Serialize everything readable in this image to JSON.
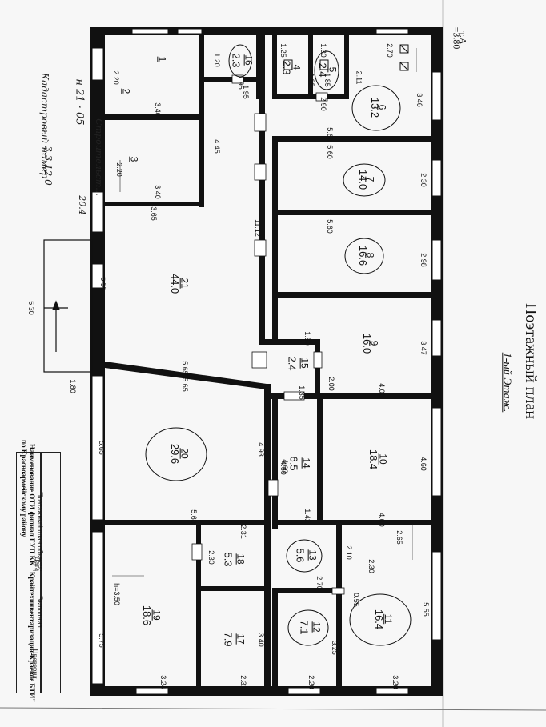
{
  "sheet": {
    "title": "Поэтажный план",
    "subtitle": "1-ый Этаж.",
    "corner_letter": "т.А",
    "corner_height": "=3.80",
    "stamp_lines": [
      "Наименование ОТИ филиал ГУП КК \"Крайтехинвентаризация-Краевое БТИ\"",
      "по Красноармейскому району",
      "Поэтажный план объекта:",
      "Выполнил",
      "Дата",
      "Проверил"
    ],
    "handwritten": [
      "Кадастровый номер",
      "н 21 · 05",
      "20.4",
      "Строительст...",
      "3.3.12.0"
    ]
  },
  "rooms": [
    {
      "num": "1",
      "area": "",
      "circled": false
    },
    {
      "num": "2",
      "area": "",
      "circled": false
    },
    {
      "num": "3",
      "area": "",
      "circled": false
    },
    {
      "num": "4",
      "area": "2.3",
      "circled": false
    },
    {
      "num": "5",
      "area": "2.4",
      "circled": true
    },
    {
      "num": "6",
      "area": "13.2",
      "circled": true
    },
    {
      "num": "7",
      "area": "14.0",
      "circled": true
    },
    {
      "num": "8",
      "area": "16.6",
      "circled": true
    },
    {
      "num": "9",
      "area": "16.0",
      "circled": false
    },
    {
      "num": "10",
      "area": "18.4",
      "circled": false
    },
    {
      "num": "11",
      "area": "16.4",
      "circled": true
    },
    {
      "num": "12",
      "area": "7.1",
      "circled": true
    },
    {
      "num": "13",
      "area": "5.6",
      "circled": true
    },
    {
      "num": "14",
      "area": "6.5",
      "circled": false
    },
    {
      "num": "15",
      "area": "2.4",
      "circled": false
    },
    {
      "num": "16",
      "area": "2.3",
      "circled": true
    },
    {
      "num": "17",
      "area": "7.9",
      "circled": false
    },
    {
      "num": "18",
      "area": "5.3",
      "circled": false
    },
    {
      "num": "19",
      "area": "18.6",
      "circled": false
    },
    {
      "num": "20",
      "area": "29.6",
      "circled": true
    },
    {
      "num": "21",
      "area": "44.0",
      "circled": false
    }
  ],
  "dimensions": [
    "2.70",
    "3.46",
    "1.25",
    "1.30",
    "1.85",
    "1.85",
    "2.11",
    "2.90",
    "1.20",
    "1.95",
    "1.95",
    "2.20",
    "3.40",
    "3.40",
    "4.45",
    "2.20",
    "3.65",
    "5.60",
    "5.60",
    "2.30",
    "5.60",
    "2.98",
    "11.12",
    "5.95",
    "5.30",
    "1.50",
    "3.47",
    "2.00",
    "1.35",
    "4.00",
    "5.65",
    "5.65",
    "4.93",
    "4.60",
    "4.60",
    "5.65",
    "5.60",
    "1.42",
    "4.00",
    "2.65",
    "2.31",
    "2.10",
    "2.30",
    "2.30",
    "2.70",
    "0.55",
    "5.55",
    "h=3.50",
    "5.75",
    "3.40",
    "3.25",
    "3.24",
    "2.31",
    "2.20",
    "3.20",
    "1.80",
    "4.60"
  ]
}
